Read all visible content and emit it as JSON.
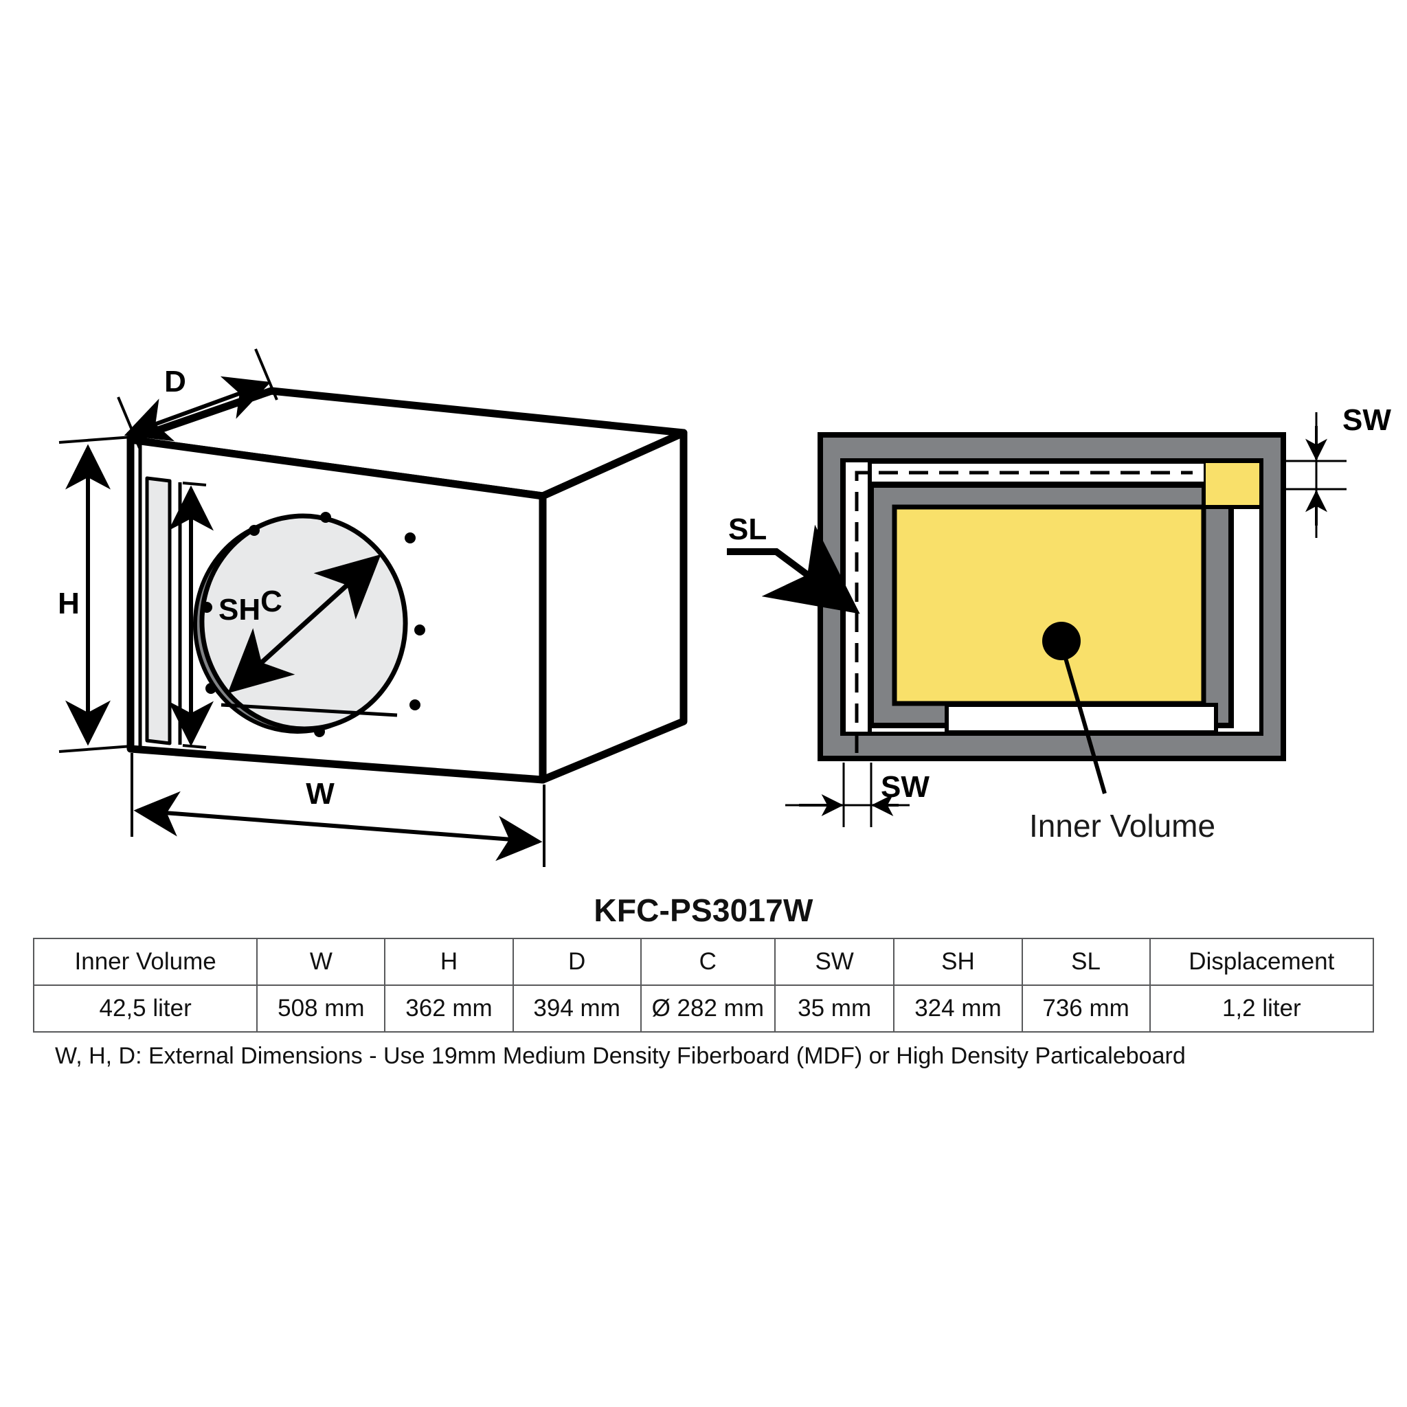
{
  "model": {
    "name": "KFC-PS3017W"
  },
  "iso_view": {
    "labels": {
      "depth": "D",
      "height": "H",
      "slot_height": "SH",
      "cone_diameter": "C",
      "width": "W"
    }
  },
  "section_view": {
    "labels": {
      "slot_length": "SL",
      "slot_width_top": "SW",
      "slot_width_bottom": "SW",
      "inner_volume": "Inner Volume"
    }
  },
  "colors": {
    "inner_volume_fill": "#f9e06a",
    "wall_fill": "#808285",
    "cone_fill": "#e8e9ea",
    "cone_rim": "#808285",
    "outline": "#000000",
    "table_border": "#58595b"
  },
  "spec_table": {
    "headers": [
      "Inner Volume",
      "W",
      "H",
      "D",
      "C",
      "SW",
      "SH",
      "SL",
      "Displacement"
    ],
    "values": [
      "42,5 liter",
      "508 mm",
      "362 mm",
      "394 mm",
      "Ø 282 mm",
      "35 mm",
      "324 mm",
      "736 mm",
      "1,2 liter"
    ]
  },
  "footnote": {
    "text": "W, H, D: External Dimensions - Use 19mm Medium Density Fiberboard (MDF) or High Density Particaleboard"
  }
}
